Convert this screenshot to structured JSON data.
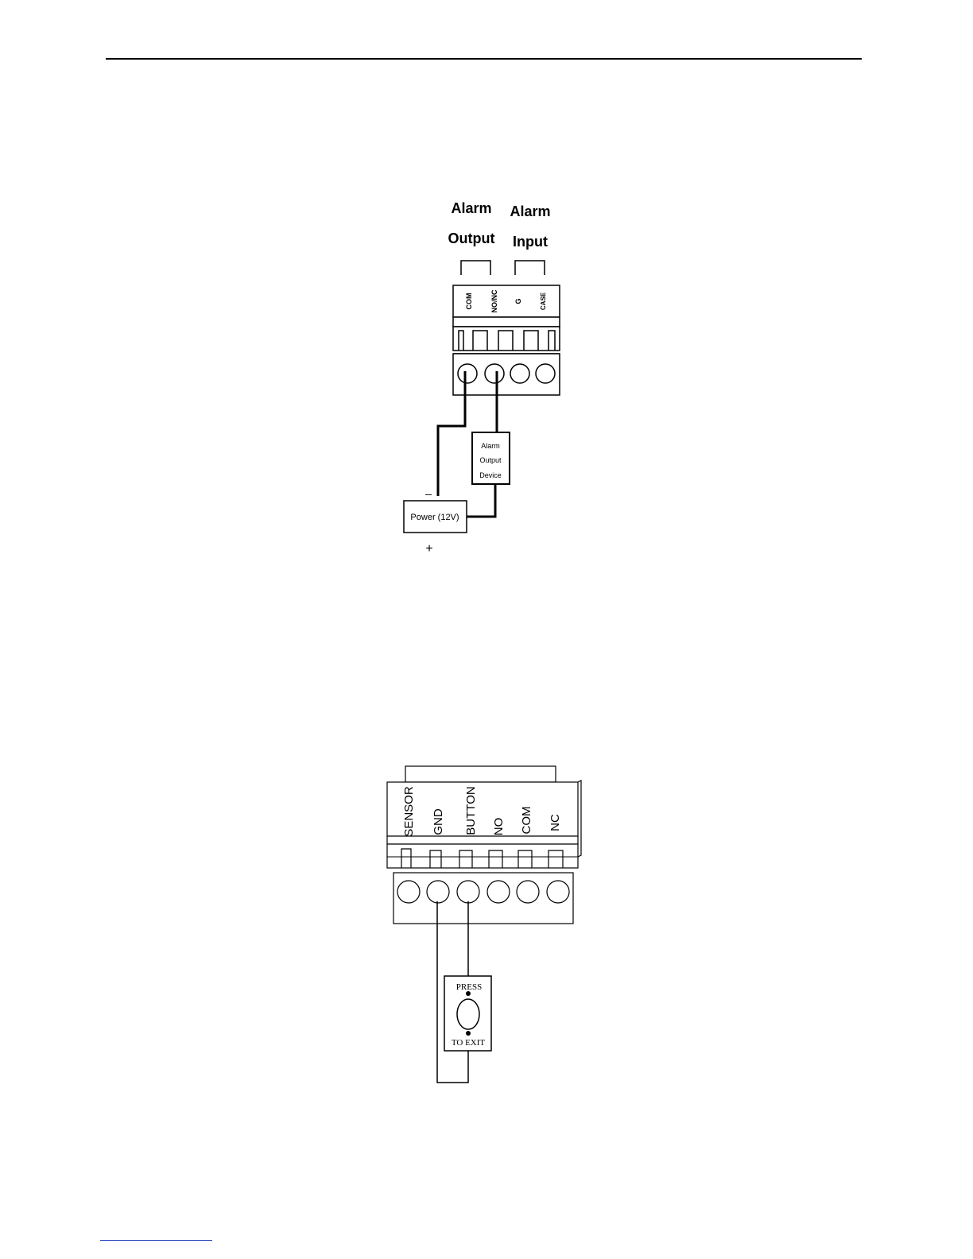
{
  "diagram_1": {
    "group_labels": {
      "alarm_output_line1": "Alarm",
      "alarm_output_line2": "Output",
      "alarm_input_line1": "Alarm",
      "alarm_input_line2": "Input"
    },
    "terminals": [
      "COM",
      "NO/NC",
      "G",
      "CASE"
    ],
    "device_box": {
      "line1": "Alarm",
      "line2": "Output",
      "line3": "Device"
    },
    "power_box": "Power (12V)",
    "minus_sign": "_",
    "plus_sign": "+"
  },
  "diagram_2": {
    "terminals": [
      "SENSOR",
      "GND",
      "BUTTON",
      "NO",
      "COM",
      "NC"
    ],
    "exit_button": {
      "top_label": "PRESS",
      "bottom_label": "TO EXIT"
    }
  },
  "colors": {
    "stroke": "#000000",
    "footer_rule": "#1f3fbf"
  }
}
